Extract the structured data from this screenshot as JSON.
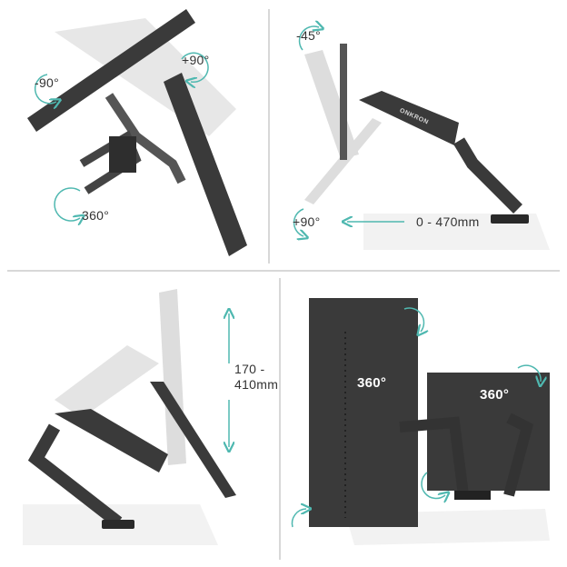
{
  "brand": "ONKRON",
  "accent_color": "#4fb8b0",
  "panels": {
    "top_left": {
      "swivel_plus": "+90°",
      "swivel_minus": "-90°",
      "rotate": "360°"
    },
    "top_right": {
      "tilt_up": "-45°",
      "tilt_down": "+90°",
      "extension": "0 - 470mm"
    },
    "bottom_left": {
      "height_line1": "170 -",
      "height_line2": "410mm"
    },
    "bottom_right": {
      "rotate_left": "360°",
      "rotate_right": "360°"
    }
  }
}
